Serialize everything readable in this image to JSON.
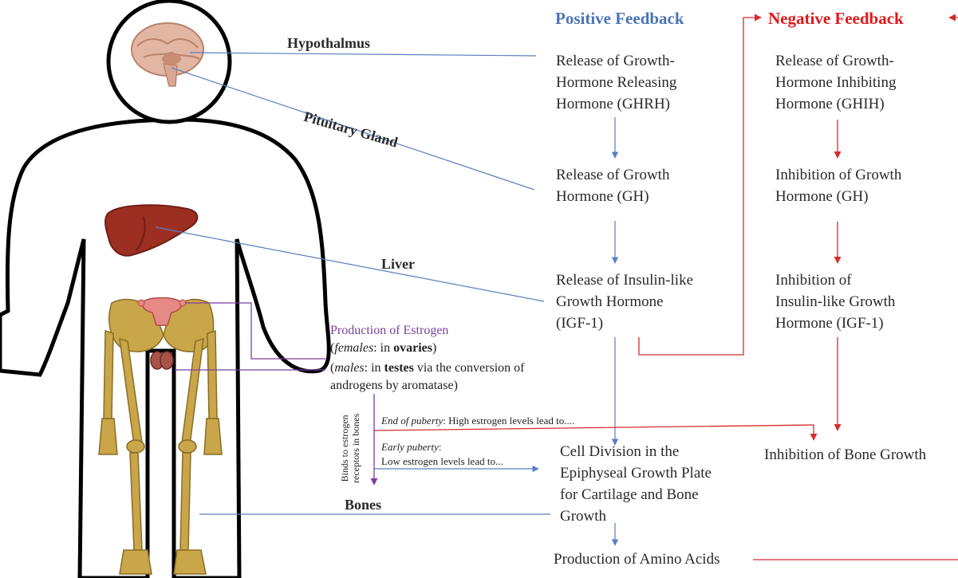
{
  "colors": {
    "positive": "#4a74b8",
    "negative": "#e0191c",
    "estrogen": "#7b3f9e",
    "blue_line": "#5a7fc0",
    "red_line": "#d92a2a",
    "bone": "#c9a64a",
    "liver": "#9c2f22",
    "brain": "#e2b6a3"
  },
  "headings": {
    "positive": "Positive Feedback",
    "negative": "Negative Feedback"
  },
  "organs": {
    "hypothalmus": "Hypothalmus",
    "pituitary": "Pituitary Gland",
    "liver": "Liver",
    "bones": "Bones"
  },
  "positive_steps": {
    "ghrh": [
      "Release of Growth-",
      "Hormone Releasing",
      "Hormone (GHRH)"
    ],
    "gh": [
      "Release of Growth",
      "Hormone (GH)"
    ],
    "igf": [
      "Release of Insulin-like",
      "Growth Hormone",
      "(IGF-1)"
    ],
    "cell_division": [
      "Cell Division in the",
      "Epiphyseal Growth Plate",
      "for Cartilage and Bone",
      "Growth"
    ],
    "amino": "Production of Amino Acids"
  },
  "negative_steps": {
    "ghih": [
      "Release of Growth-",
      "Hormone Inhibiting",
      "Hormone (GHIH)"
    ],
    "gh": [
      "Inhibition of Growth",
      "Hormone (GH)"
    ],
    "igf": [
      "Inhibition of",
      "Insulin-like Growth",
      "Hormone (IGF-1)"
    ],
    "bone": "Inhibition of Bone Growth"
  },
  "estrogen": {
    "title": "Production of Estrogen",
    "females_prefix": "(",
    "females_italic": "females",
    "females_mid": ": in ",
    "females_bold": "ovaries",
    "females_suffix": ")",
    "males_prefix": "(",
    "males_italic": "males",
    "males_mid": ": in ",
    "males_bold": "testes",
    "males_suffix": " via the conversion of",
    "males_line2": "androgens by aromatase)",
    "binds_line1": "Binds to estrogen",
    "binds_line2": "receptors in bones",
    "end_italic": "End of puberty",
    "end_rest": ": High estrogen levels lead to....",
    "early_italic": "Early puberty",
    "early_rest": ":",
    "early_line2": "Low estrogen levels lead to..."
  }
}
